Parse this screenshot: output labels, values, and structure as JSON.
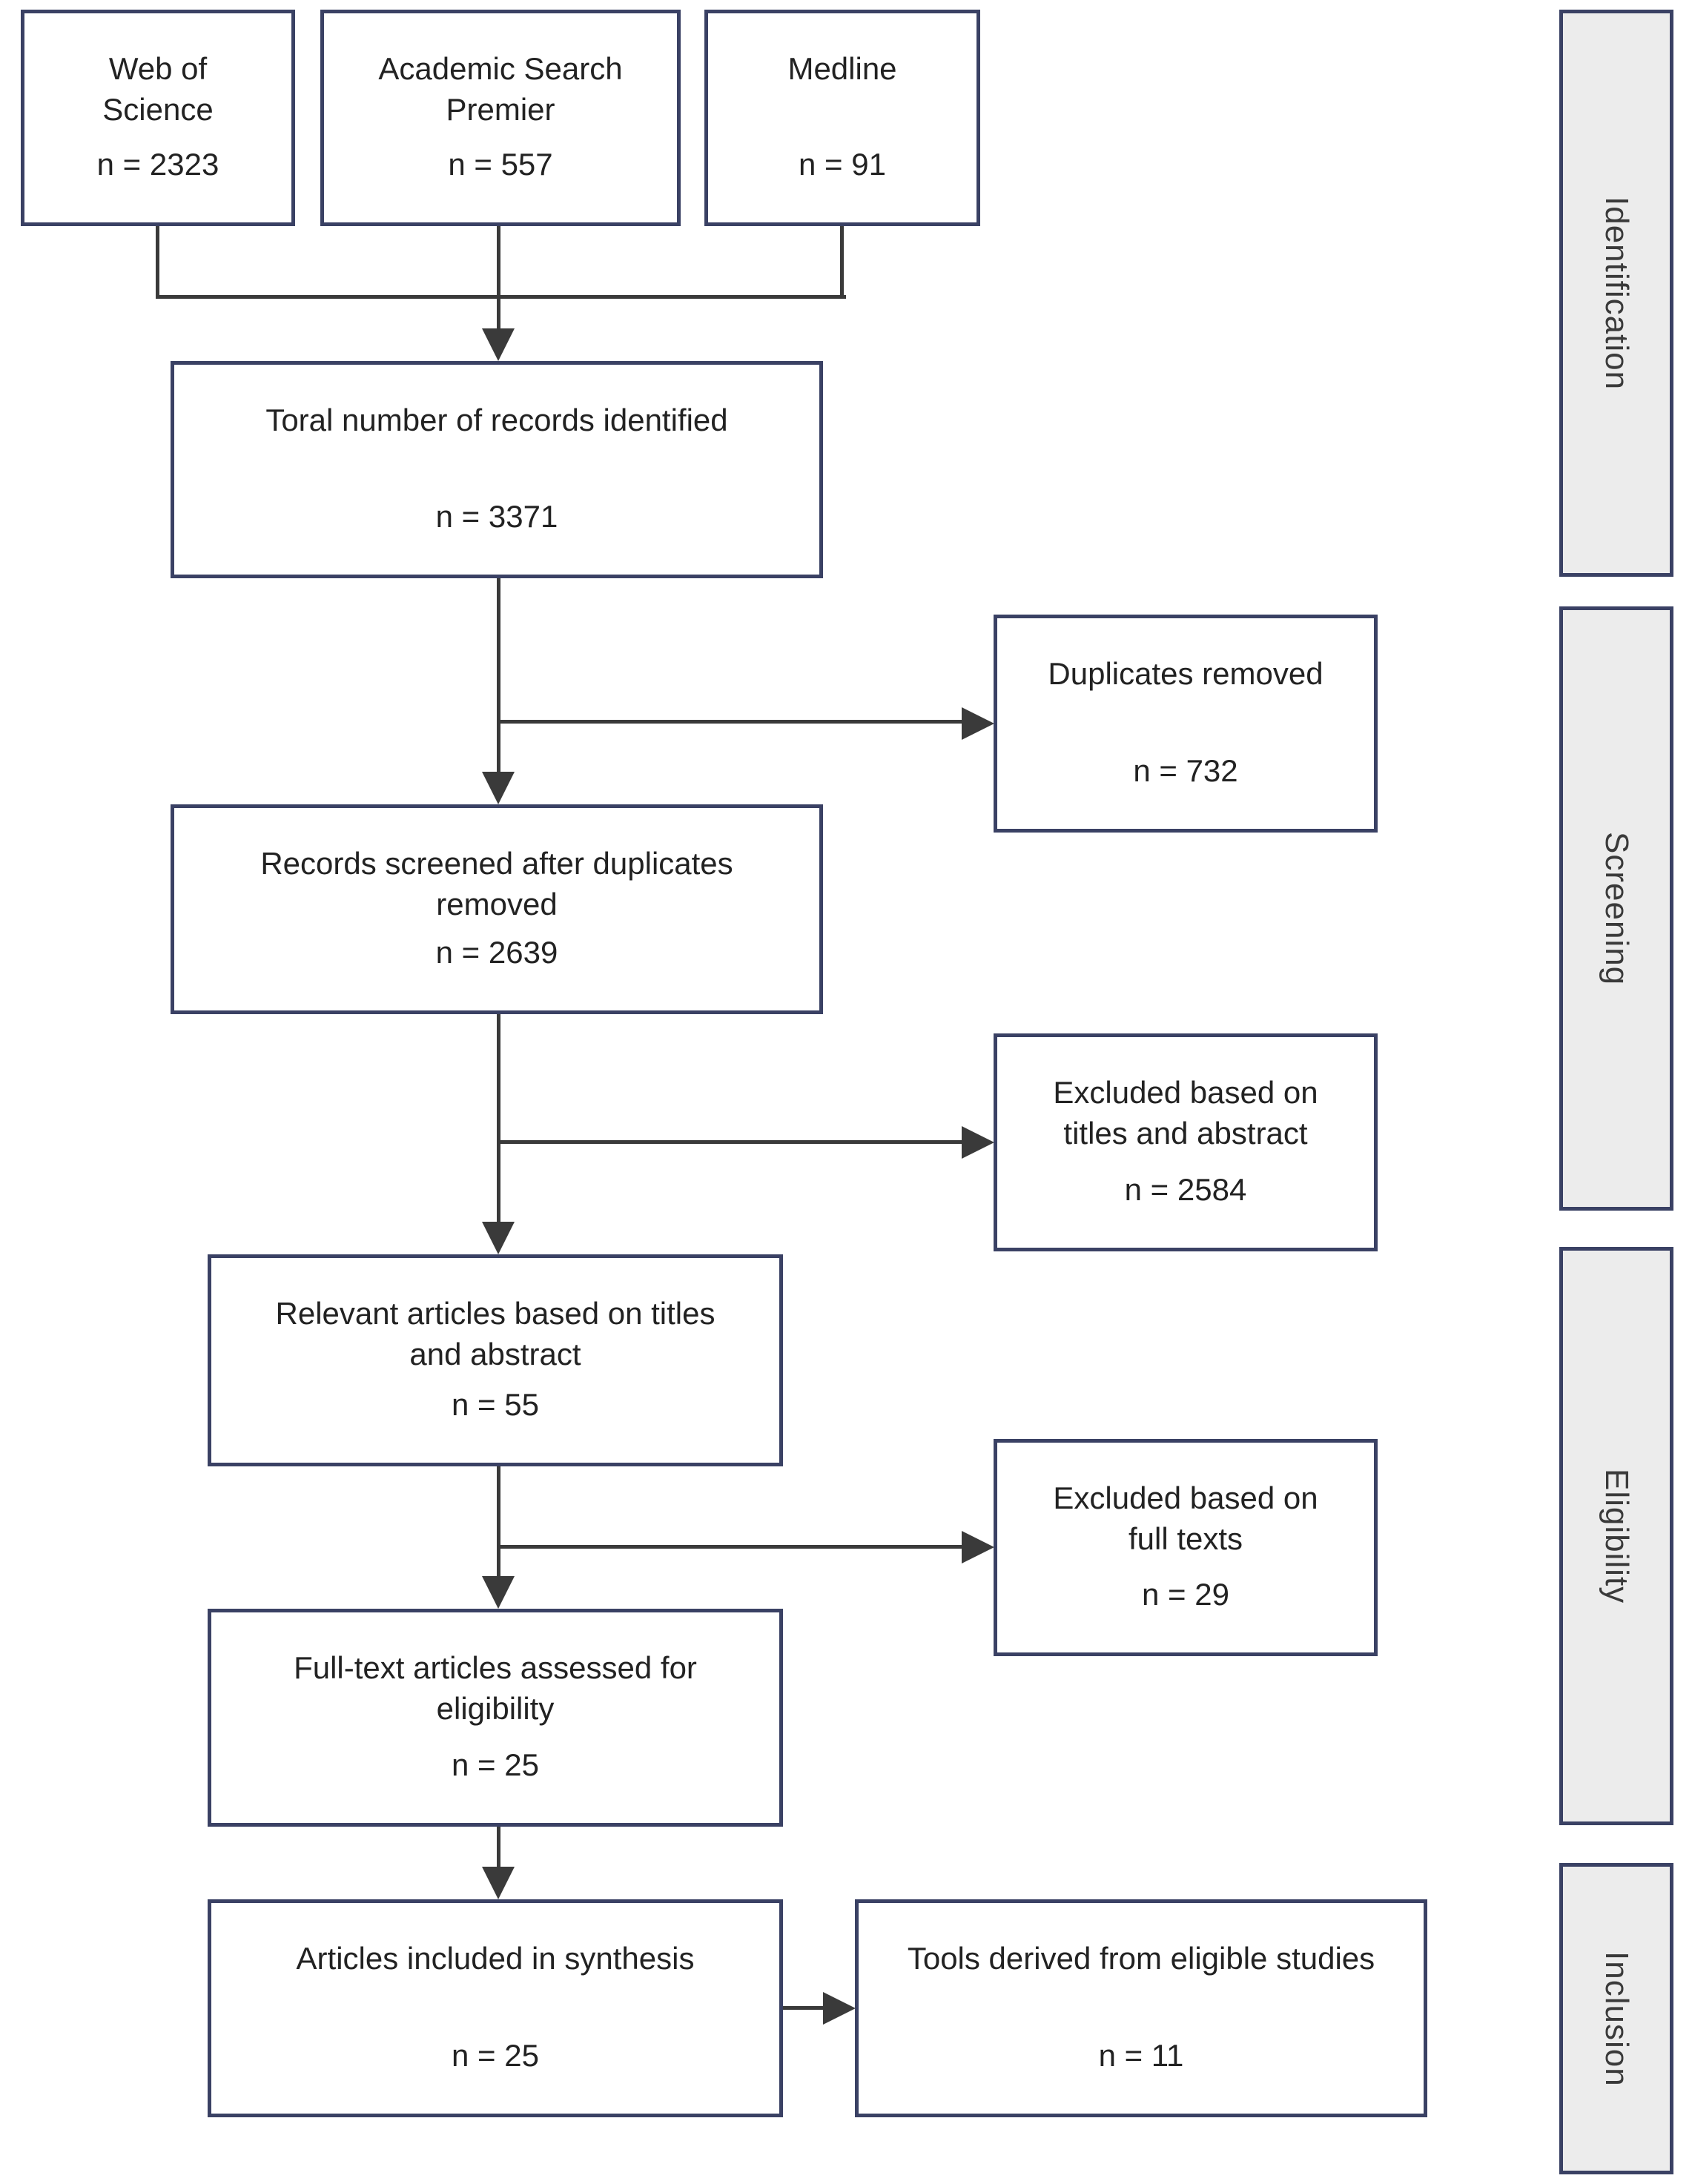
{
  "boxes": {
    "web_of_science": {
      "title": "Web of\nScience",
      "n": "n = 2323"
    },
    "academic_search_premier": {
      "title": "Academic Search\nPremier",
      "n": "n = 557"
    },
    "medline": {
      "title": "Medline",
      "n": "n = 91"
    },
    "total_identified": {
      "title": "Toral number of records identified",
      "n": "n = 3371"
    },
    "duplicates_removed": {
      "title": "Duplicates removed",
      "n": "n = 732"
    },
    "records_screened": {
      "title": "Records screened after duplicates\nremoved",
      "n": "n = 2639"
    },
    "excluded_titles_abstract": {
      "title": "Excluded based on\ntitles and abstract",
      "n": "n = 2584"
    },
    "relevant_articles": {
      "title": "Relevant articles based on titles\nand abstract",
      "n": "n = 55"
    },
    "excluded_full_texts": {
      "title": "Excluded based on\nfull texts",
      "n": "n = 29"
    },
    "full_text_assessed": {
      "title": "Full-text articles assessed for\neligibility",
      "n": "n = 25"
    },
    "articles_included": {
      "title": "Articles included in synthesis",
      "n": "n = 25"
    },
    "tools_derived": {
      "title": "Tools derived from eligible studies",
      "n": "n = 11"
    }
  },
  "stages": {
    "identification": "Identification",
    "screening": "Screening",
    "eligibility": "Eligibility",
    "inclusion": "Inclusion"
  },
  "colors": {
    "box_border": "#3a4164",
    "band_fill": "#ececec",
    "band_border": "#3a4164",
    "line": "#3a3a3a",
    "text": "#222222"
  }
}
